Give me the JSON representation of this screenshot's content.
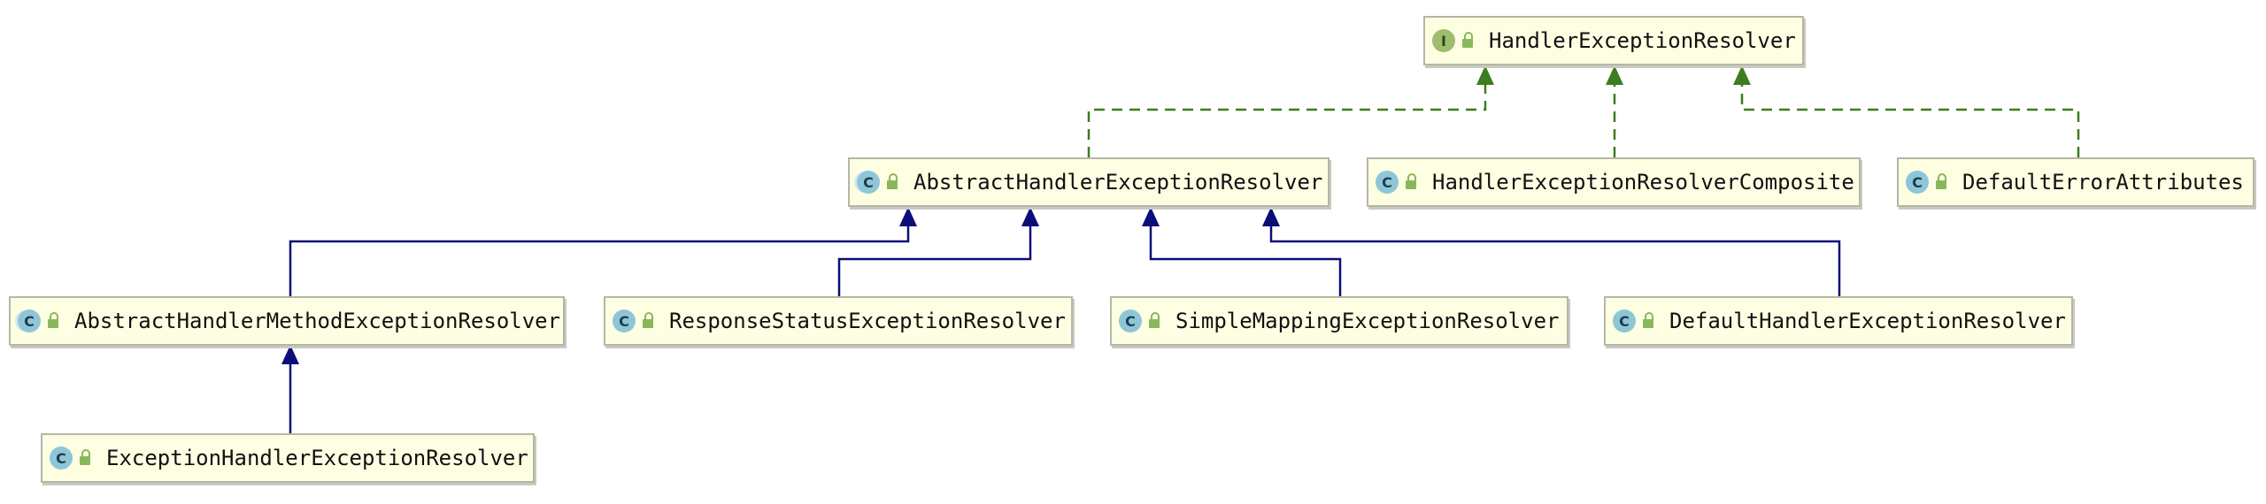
{
  "colors": {
    "implements_edge": "#3c7d1f",
    "extends_edge": "#0b0e78",
    "node_fill": "#fefee3",
    "node_border": "#b6b6a6"
  },
  "nodes": {
    "handler_exception_resolver": {
      "label": "HandlerExceptionResolver",
      "kind": "interface",
      "icon_text": "I",
      "icon": "interface-icon"
    },
    "abstract_handler_exception_resolver": {
      "label": "AbstractHandlerExceptionResolver",
      "kind": "abstract-class",
      "icon_text": "C",
      "icon": "abstract-class-icon"
    },
    "handler_exception_resolver_composite": {
      "label": "HandlerExceptionResolverComposite",
      "kind": "class",
      "icon_text": "C",
      "icon": "class-icon"
    },
    "default_error_attributes": {
      "label": "DefaultErrorAttributes",
      "kind": "class",
      "icon_text": "C",
      "icon": "class-icon"
    },
    "abstract_handler_method_exception_resolver": {
      "label": "AbstractHandlerMethodExceptionResolver",
      "kind": "abstract-class",
      "icon_text": "C",
      "icon": "abstract-class-icon"
    },
    "response_status_exception_resolver": {
      "label": "ResponseStatusExceptionResolver",
      "kind": "class",
      "icon_text": "C",
      "icon": "class-icon"
    },
    "simple_mapping_exception_resolver": {
      "label": "SimpleMappingExceptionResolver",
      "kind": "class",
      "icon_text": "C",
      "icon": "class-icon"
    },
    "default_handler_exception_resolver": {
      "label": "DefaultHandlerExceptionResolver",
      "kind": "class",
      "icon_text": "C",
      "icon": "class-icon"
    },
    "exception_handler_exception_resolver": {
      "label": "ExceptionHandlerExceptionResolver",
      "kind": "class",
      "icon_text": "C",
      "icon": "class-icon"
    }
  },
  "edges": [
    {
      "from": "abstract_handler_exception_resolver",
      "to": "handler_exception_resolver",
      "relation": "implements"
    },
    {
      "from": "handler_exception_resolver_composite",
      "to": "handler_exception_resolver",
      "relation": "implements"
    },
    {
      "from": "default_error_attributes",
      "to": "handler_exception_resolver",
      "relation": "implements"
    },
    {
      "from": "abstract_handler_method_exception_resolver",
      "to": "abstract_handler_exception_resolver",
      "relation": "extends"
    },
    {
      "from": "response_status_exception_resolver",
      "to": "abstract_handler_exception_resolver",
      "relation": "extends"
    },
    {
      "from": "simple_mapping_exception_resolver",
      "to": "abstract_handler_exception_resolver",
      "relation": "extends"
    },
    {
      "from": "default_handler_exception_resolver",
      "to": "abstract_handler_exception_resolver",
      "relation": "extends"
    },
    {
      "from": "exception_handler_exception_resolver",
      "to": "abstract_handler_method_exception_resolver",
      "relation": "extends"
    }
  ]
}
